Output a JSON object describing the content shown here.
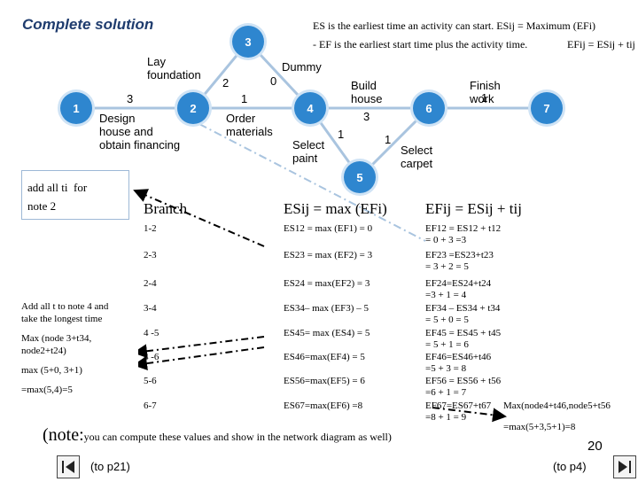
{
  "title": "Complete solution",
  "header": {
    "line1": "ES is the earliest time an activity can start.   ESij = Maximum (EFi)",
    "line2": "- EF is the earliest start time plus the activity time.",
    "line2_right": "EFij = ESij + tij"
  },
  "nodes": [
    "1",
    "2",
    "3",
    "4",
    "5",
    "6",
    "7"
  ],
  "activity_labels": {
    "lay_foundation": "Lay\nfoundation",
    "dummy": "Dummy",
    "build_house": "Build\nhouse",
    "finish_work": "Finish\nwork",
    "design": "Design\nhouse and\nobtain financing",
    "order_materials": "Order\nmaterials",
    "select_paint": "Select\npaint",
    "select_carpet": "Select\ncarpet"
  },
  "weights": {
    "w12": "3",
    "w23": "2",
    "w24": "1",
    "w34": "0",
    "w46": "3",
    "w45": "1",
    "w56": "1",
    "w67": "1"
  },
  "note2_box": "add all ti  for\nnote 2",
  "note4_panel": {
    "line1": "Add all t to note 4 and",
    "line2": "take the longest time",
    "line3": "Max (node 3+t34,",
    "line4": "node2+t24)",
    "line5": "max (5+0, 3+1)",
    "line6": "=max(5,4)=5"
  },
  "table": {
    "headers": {
      "branch": "Branch",
      "es": "ESij = max (EFi)",
      "ef": "EFij = ESij + tij"
    },
    "rows": [
      {
        "branch": "1-2",
        "es": "ES12 = max (EF1) = 0",
        "ef": "EF12 = ES12 + t12",
        "ef2": "= 0 + 3 =3"
      },
      {
        "branch": "2-3",
        "es": "ES23 = max (EF2) = 3",
        "ef": "EF23 =ES23+t23",
        "ef2": "= 3 + 2 = 5"
      },
      {
        "branch": "2-4",
        "es": "ES24 = max(EF2) = 3",
        "ef": "EF24=ES24+t24",
        "ef2": "=3 + 1 = 4"
      },
      {
        "branch": "3-4",
        "es": "ES34– max (EF3) – 5",
        "ef": "EF34 – ES34 + t34",
        "ef2": "= 5 + 0 = 5"
      },
      {
        "branch": "4 -5",
        "es": "ES45= max (ES4) = 5",
        "ef": "EF45 = ES45 + t45",
        "ef2": "= 5 + 1 = 6"
      },
      {
        "branch": "4 -6",
        "es": "ES46=max(EF4) = 5",
        "ef": "EF46=ES46+t46",
        "ef2": "=5 + 3 = 8"
      },
      {
        "branch": "5-6",
        "es": "ES56=max(EF5) = 6",
        "ef": "EF56 = ES56 + t56",
        "ef2": "=6 + 1 = 7"
      },
      {
        "branch": "6-7",
        "es": "ES67=max(EF6) =8",
        "ef": "EF67=ES67+t67",
        "ef2": "=8 + 1 = 9"
      }
    ]
  },
  "note6": {
    "line1": "Max(node4+t46,node5+t56",
    "line2": "=max(5+3,5+1)=8"
  },
  "footer": {
    "note_prefix": "(note:",
    "note_text": "you can compute these values and show in the network diagram as well)",
    "page_number": "20",
    "prev_link": "(to p21)",
    "next_link": "(to p4)"
  },
  "colors": {
    "node": "#2e86cf",
    "title": "#1f3c6e",
    "box_border": "#9db8d6",
    "connector": "#a9c4df"
  }
}
